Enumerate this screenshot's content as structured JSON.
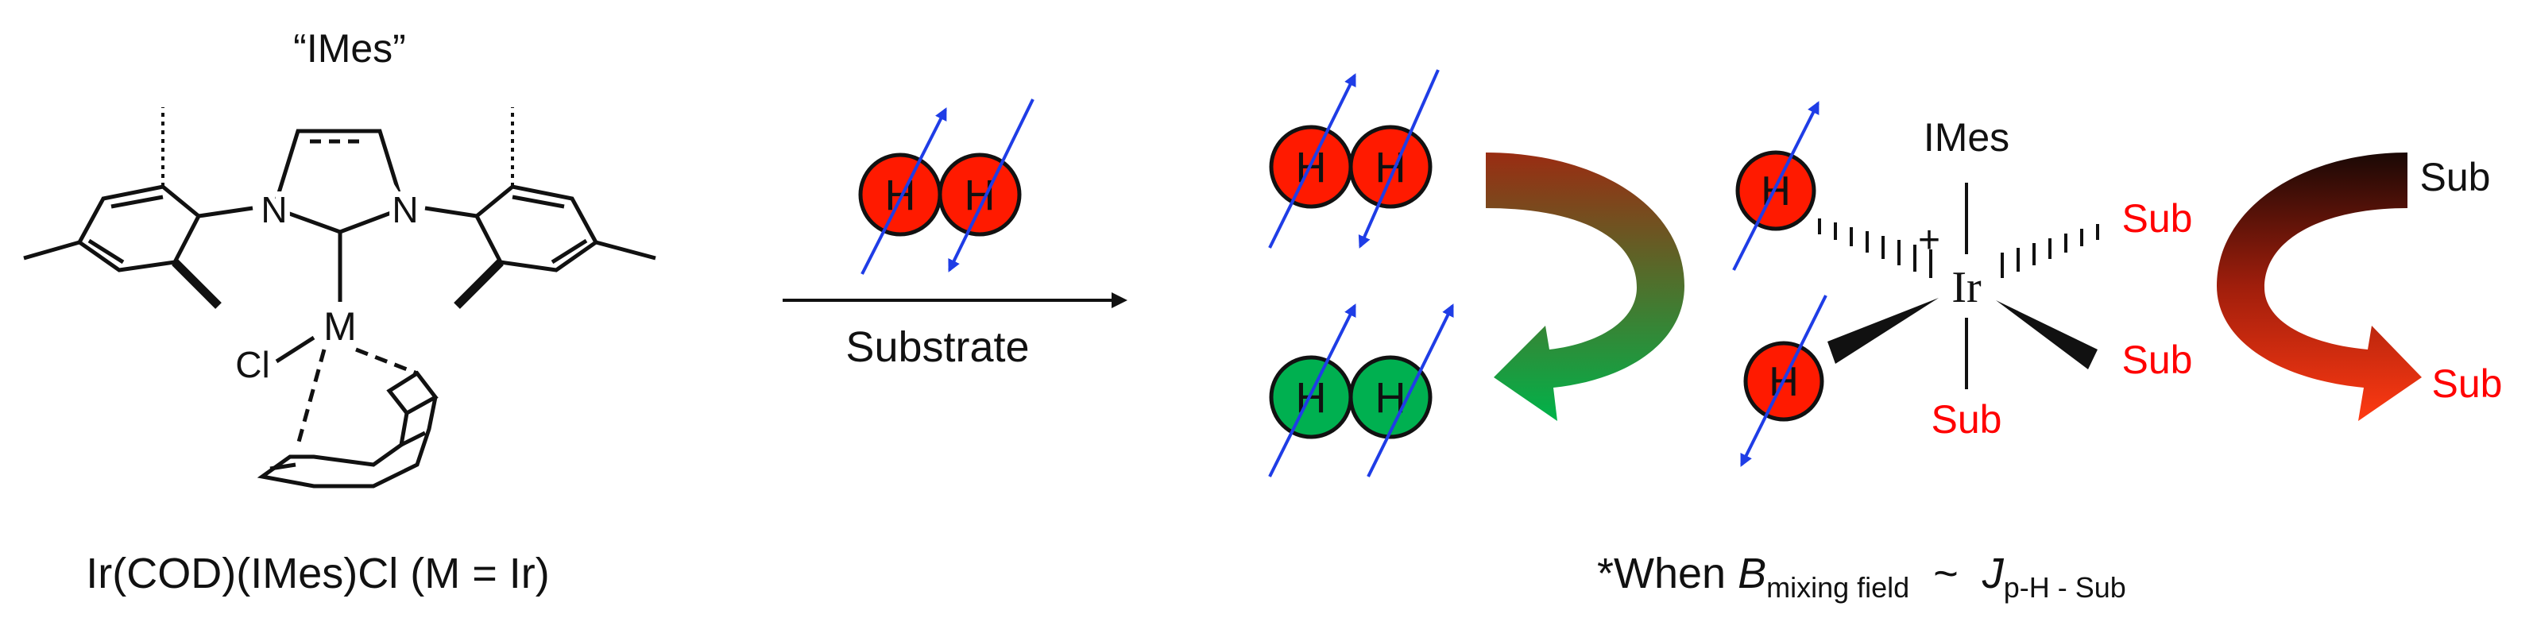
{
  "colors": {
    "text": "#111111",
    "red_atom": "#ff1a00",
    "green_atom": "#00b050",
    "spin_arrow": "#1f3de6",
    "red_label": "#ff0000",
    "arrow_green_end": "#00b34a",
    "arrow_red_start": "#8a2a14",
    "arrow_dark_start": "#1a0a05",
    "arrow_red_end": "#ff3010"
  },
  "catalyst": {
    "label_quoted": "“IMes”",
    "metal": "M",
    "chloride": "Cl",
    "n_atom": "N",
    "formula": "Ir(COD)(IMes)Cl (M = Ir)"
  },
  "reaction": {
    "h_symbol": "H",
    "substrate_label": "Substrate"
  },
  "complex": {
    "ligand_top": "IMes",
    "metal": "Ir",
    "charge": "+",
    "h_symbol": "H",
    "sub_label": "Sub"
  },
  "transfer": {
    "sub_top": "Sub",
    "sub_bottom": "Sub"
  },
  "footnote": {
    "prefix": "*When ",
    "b": "B",
    "b_sub": "mixing field",
    "tilde": "  ~  ",
    "j": "J",
    "j_sub": "p-H - Sub"
  }
}
